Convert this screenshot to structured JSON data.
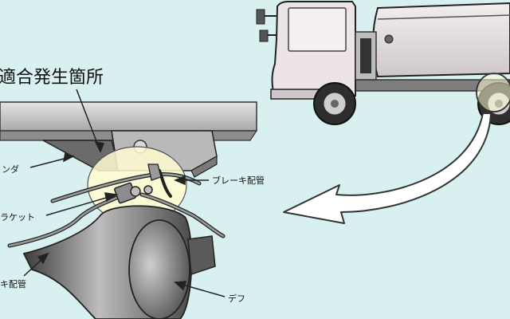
{
  "diagram": {
    "title": "適合発生箇所",
    "labels": {
      "cylinder": "ンダ",
      "brake_pipe_right": "ブレーキ配管",
      "bracket": "ラケット",
      "brake_pipe_left": "キ配管",
      "differential": "デフ"
    }
  },
  "colors": {
    "background": "#d9f0f1",
    "highlight": "#fffbd0",
    "metal_dark": "#555555",
    "metal_light": "#d8d8d8",
    "truck_body": "#e9e2e4"
  }
}
